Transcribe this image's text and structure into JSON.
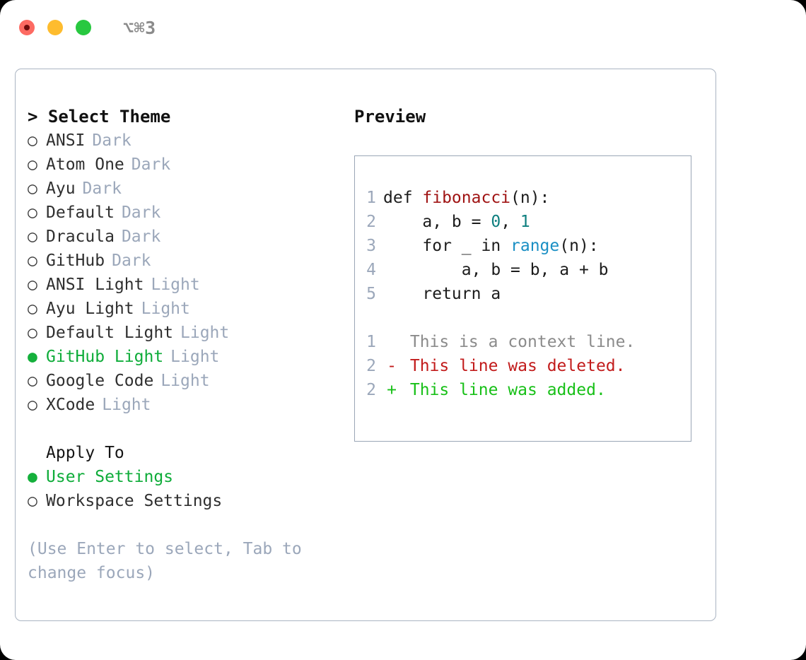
{
  "titlebar": {
    "shortcut": "⌥⌘3",
    "buttons": [
      {
        "name": "close",
        "color": "#fd6a62"
      },
      {
        "name": "minimize",
        "color": "#febc2e"
      },
      {
        "name": "maximize",
        "color": "#28c840"
      }
    ]
  },
  "theme_picker": {
    "title": "> Select Theme",
    "bullet_selected": "●",
    "bullet_unselected": "○",
    "items": [
      {
        "name": "ANSI",
        "kind": "Dark",
        "selected": false
      },
      {
        "name": "Atom One",
        "kind": "Dark",
        "selected": false
      },
      {
        "name": "Ayu",
        "kind": "Dark",
        "selected": false
      },
      {
        "name": "Default",
        "kind": "Dark",
        "selected": false
      },
      {
        "name": "Dracula",
        "kind": "Dark",
        "selected": false
      },
      {
        "name": "GitHub",
        "kind": "Dark",
        "selected": false
      },
      {
        "name": "ANSI Light",
        "kind": "Light",
        "selected": false
      },
      {
        "name": "Ayu Light",
        "kind": "Light",
        "selected": false
      },
      {
        "name": "Default Light",
        "kind": "Light",
        "selected": false
      },
      {
        "name": "GitHub Light",
        "kind": "Light",
        "selected": true
      },
      {
        "name": "Google Code",
        "kind": "Light",
        "selected": false
      },
      {
        "name": "XCode",
        "kind": "Light",
        "selected": false
      }
    ]
  },
  "apply_to": {
    "heading": "Apply To",
    "options": [
      {
        "label": "User Settings",
        "selected": true
      },
      {
        "label": "Workspace Settings",
        "selected": false
      }
    ]
  },
  "hint": "(Use Enter to select, Tab to change focus)",
  "preview": {
    "title": "Preview",
    "code_lines": [
      {
        "num": "1",
        "segments": [
          {
            "text": "def ",
            "tok": "plain"
          },
          {
            "text": "fibonacci",
            "tok": "fn"
          },
          {
            "text": "(n):",
            "tok": "plain"
          }
        ]
      },
      {
        "num": "2",
        "segments": [
          {
            "text": "    a, b = ",
            "tok": "plain"
          },
          {
            "text": "0",
            "tok": "num"
          },
          {
            "text": ", ",
            "tok": "plain"
          },
          {
            "text": "1",
            "tok": "num"
          }
        ]
      },
      {
        "num": "3",
        "segments": [
          {
            "text": "    for _ in ",
            "tok": "plain"
          },
          {
            "text": "range",
            "tok": "call"
          },
          {
            "text": "(n):",
            "tok": "plain"
          }
        ]
      },
      {
        "num": "4",
        "segments": [
          {
            "text": "        a, b = b, a + b",
            "tok": "plain"
          }
        ]
      },
      {
        "num": "5",
        "segments": [
          {
            "text": "    return a",
            "tok": "plain"
          }
        ]
      }
    ],
    "diff_lines": [
      {
        "num": "1",
        "mark": " ",
        "text": "This is a context line.",
        "kind": "ctx"
      },
      {
        "num": "2",
        "mark": "-",
        "text": "This line was deleted.",
        "kind": "del"
      },
      {
        "num": "2",
        "mark": "+",
        "text": "This line was added.",
        "kind": "add"
      }
    ]
  },
  "colors": {
    "accent_green": "#0eac39",
    "muted": "#9ba7ba",
    "border": "#aab4c2",
    "syntax_function": "#a01414",
    "syntax_number": "#0e7f7f",
    "syntax_call": "#1a8fc4",
    "diff_deleted": "#c21b1b",
    "diff_added": "#18c018"
  }
}
